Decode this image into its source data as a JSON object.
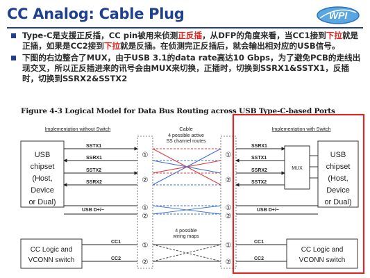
{
  "slide": {
    "title": "CC Analog: Cable Plug",
    "bullets": [
      {
        "segments": [
          {
            "text": "Type-C是支援正反插，CC pin被用来侦测",
            "hl": false
          },
          {
            "text": "正反插",
            "hl": true
          },
          {
            "text": "，从DFP的角度来看，当CC1接到",
            "hl": false
          },
          {
            "text": "下拉",
            "hl": true
          },
          {
            "text": "就是正插，如果是CC2接到",
            "hl": false
          },
          {
            "text": "下拉",
            "hl": true
          },
          {
            "text": "就是反插。在侦测完正反插后，就会输出相对应的USB信号。",
            "hl": false
          }
        ]
      },
      {
        "segments": [
          {
            "text": "下图的右边整合了MUX，由于USB 3.1的data rate高达10 Gbps，为了避免PCB的走线出现交叉，所以正反插进来的讯号会由MUX来切换，正插时，切换到SSRX1&SSTX1，反插时，切换到SSRX2&SSTX2",
            "hl": false
          }
        ]
      }
    ]
  },
  "figure": {
    "caption": "Figure 4-3  Logical Model for Data Bus Routing across USB Type-C-based Ports",
    "left_heading": "Implementation without Switch",
    "cable_heading": "Cable",
    "right_heading": "Implementation with Switch",
    "left_chipset": [
      "USB",
      "chipset",
      "(Host,",
      "Device",
      "or Dual)"
    ],
    "right_chipset": [
      "USB",
      "chipset",
      "(Host,",
      "Device",
      "or Dual)"
    ],
    "left_signals": [
      "SSTX1",
      "SSRX1",
      "SSTX2",
      "SSRX2"
    ],
    "right_signals": [
      "SSRX1",
      "SSTX1",
      "SSRX2",
      "SSTX2"
    ],
    "usb_dpdm": "USB D+/−",
    "cc1": "CC1",
    "cc2": "CC2",
    "cc_logic_left": [
      "CC Logic and",
      "VCONN switch"
    ],
    "cc_logic_right": [
      "CC Logic and",
      "VCONN switch"
    ],
    "mux_label": "MUX",
    "note_routes": [
      "4 possible active",
      "SS channel routes"
    ],
    "note_wiring": [
      "4 possible",
      "wiring maps"
    ],
    "plug_marks": [
      "①",
      "②"
    ],
    "logo_text": "WPI",
    "colors": {
      "title": "#1f3f8f",
      "highlight": "#e0221c",
      "frame": "#d42a2a",
      "route_red": "#e03a3a",
      "route_blue": "#3b6fd0"
    }
  }
}
